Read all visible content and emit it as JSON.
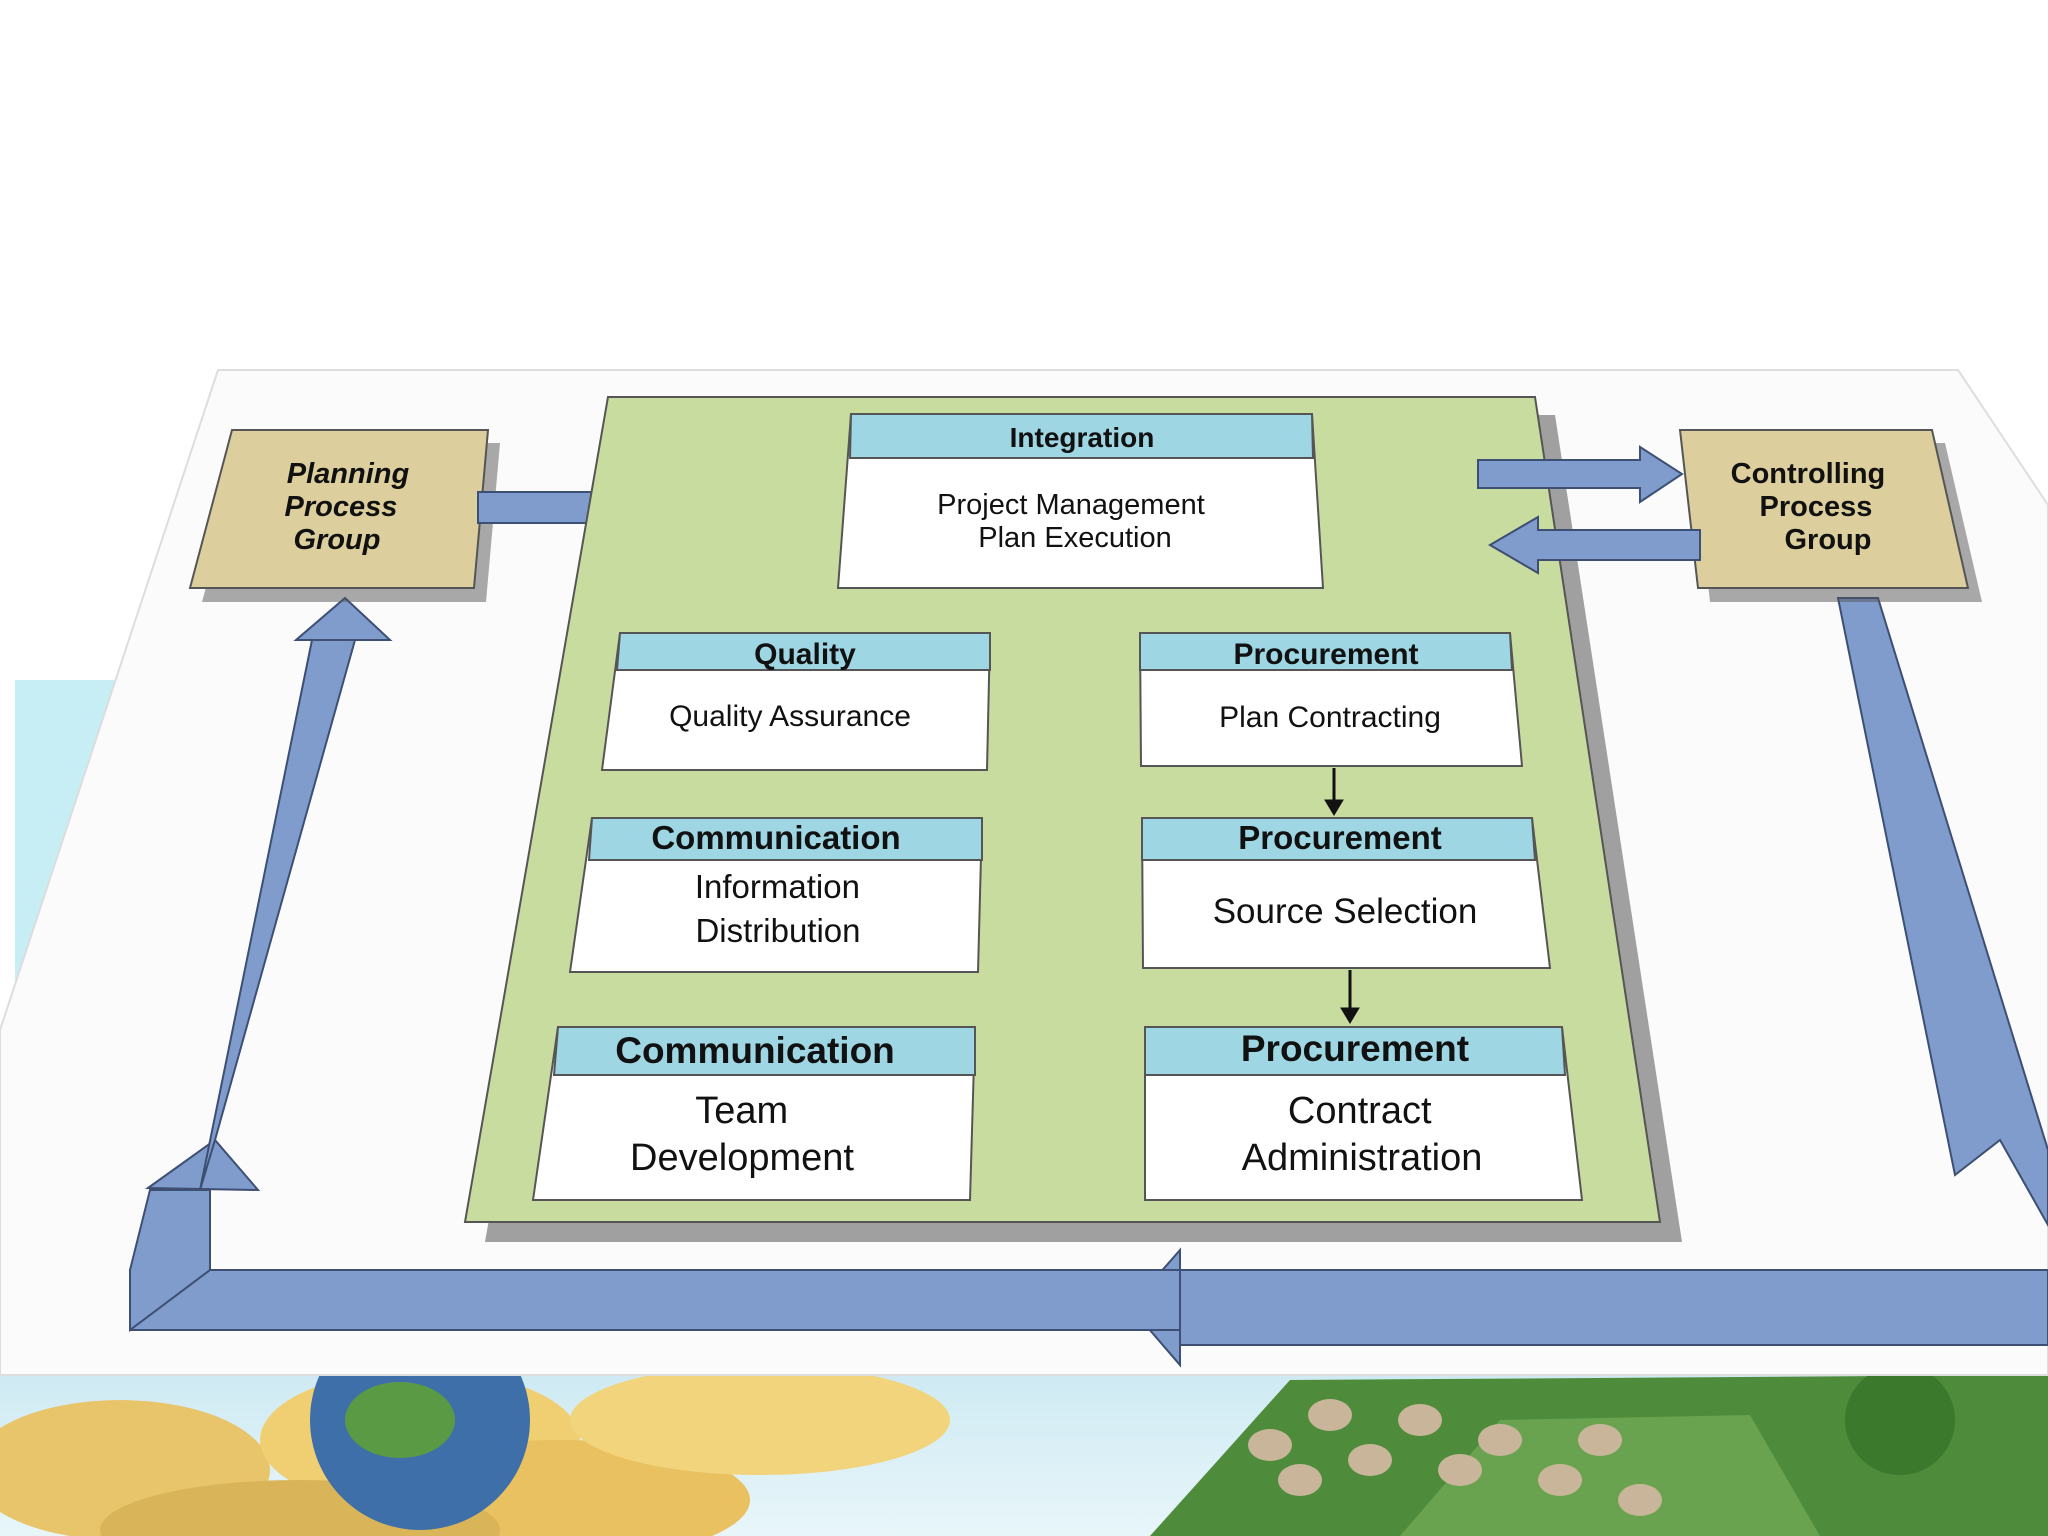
{
  "diagram": {
    "planning": {
      "lines": [
        "Planning",
        "Process",
        "Group"
      ]
    },
    "controlling": {
      "lines": [
        "Controlling",
        "Process",
        "Group"
      ]
    },
    "boxes": [
      {
        "key": "integration",
        "title": "Integration",
        "lines": [
          "Project Management",
          "Plan Execution"
        ]
      },
      {
        "key": "quality",
        "title": "Quality",
        "lines": [
          "Quality Assurance"
        ]
      },
      {
        "key": "procurement-1",
        "title": "Procurement",
        "lines": [
          "Plan Contracting"
        ]
      },
      {
        "key": "communication-1",
        "title": "Communication",
        "lines": [
          "Information",
          "Distribution"
        ]
      },
      {
        "key": "procurement-2",
        "title": "Procurement",
        "lines": [
          "Source Selection"
        ]
      },
      {
        "key": "communication-2",
        "title": "Communication",
        "lines": [
          "Team",
          "Development"
        ]
      },
      {
        "key": "procurement-3",
        "title": "Procurement",
        "lines": [
          "Contract",
          "Administration"
        ]
      }
    ]
  },
  "colors": {
    "panel_fill": "#c9dca0",
    "header_fill": "#9ed6e3",
    "group_fill": "#dccf9d",
    "arrow_fill": "#7f9ccd",
    "background": "#ffffff"
  }
}
